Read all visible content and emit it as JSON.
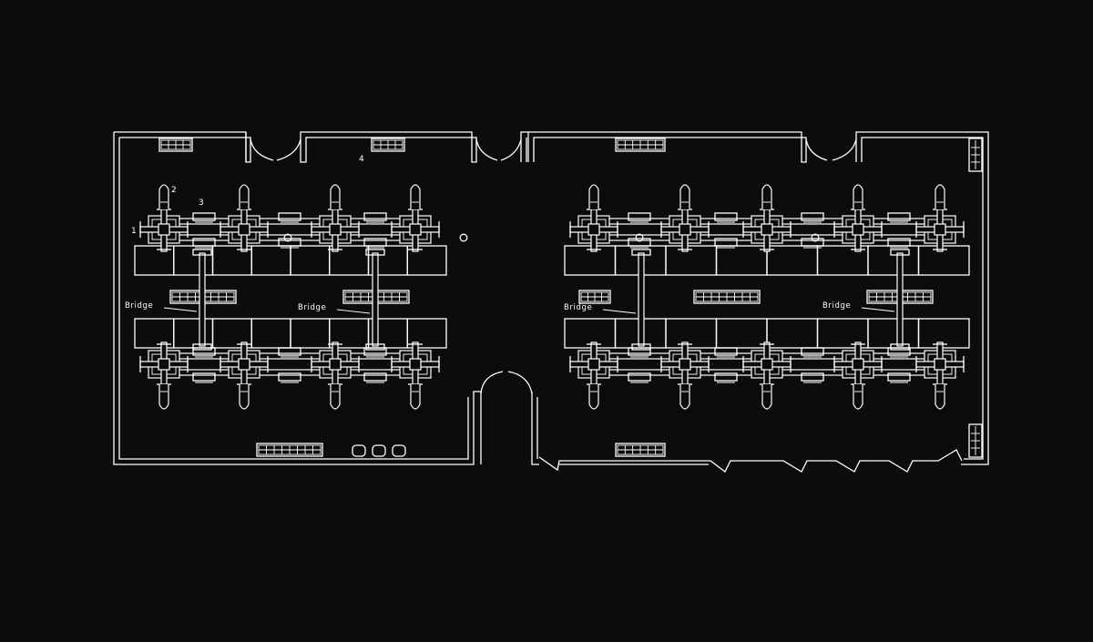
{
  "diagram": {
    "background_color": "#0c0c0c",
    "line_color": "#ffffff",
    "labels": {
      "marker_1": "1",
      "marker_2": "2",
      "marker_3": "3",
      "marker_4": "4",
      "bridge": "Bridge"
    },
    "icons": [
      "door-swing-icon",
      "workstation-pod-icon",
      "radiator-icon",
      "column-icon"
    ]
  }
}
